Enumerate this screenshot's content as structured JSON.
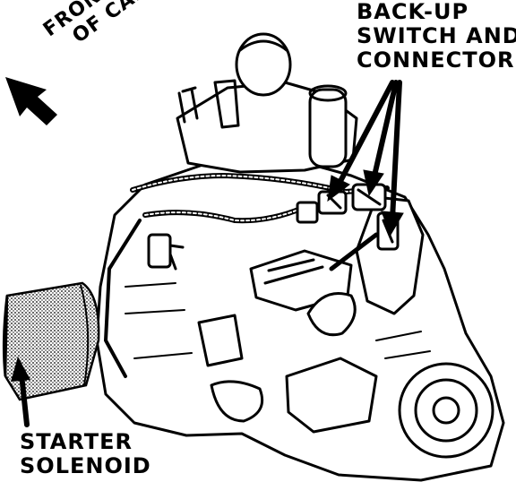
{
  "labels": {
    "front_of_car": [
      "FRONT",
      "OF CAR"
    ],
    "backup_switch": [
      "BACK-UP",
      "SWITCH AND",
      "CONNECTOR"
    ],
    "starter_solenoid": [
      "STARTER",
      "SOLENOID"
    ]
  },
  "colors": {
    "ink": "#000000",
    "paper": "#ffffff"
  }
}
